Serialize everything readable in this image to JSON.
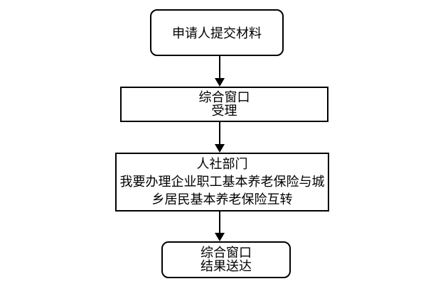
{
  "diagram": {
    "type": "flowchart",
    "direction": "top-down",
    "colors": {
      "background": "#ffffff",
      "border": "#000000",
      "text": "#000000",
      "arrow": "#000000"
    },
    "nodes": [
      {
        "id": "applicant-submit",
        "shape": "rounded-rectangle",
        "lines": [
          "申请人提交材料"
        ]
      },
      {
        "id": "comprehensive-window-accept",
        "shape": "rectangle",
        "lines": [
          "综合窗口",
          "受理"
        ]
      },
      {
        "id": "hr-social-security-department",
        "shape": "rectangle",
        "lines": [
          "人社部门",
          "我要办理企业职工基本养老保险与城",
          "乡居民基本养老保险互转"
        ]
      },
      {
        "id": "comprehensive-window-deliver",
        "shape": "rounded-rectangle",
        "lines": [
          "综合窗口",
          "结果送达"
        ]
      }
    ],
    "edges": [
      {
        "from": "applicant-submit",
        "to": "comprehensive-window-accept",
        "style": "arrow-down"
      },
      {
        "from": "comprehensive-window-accept",
        "to": "hr-social-security-department",
        "style": "arrow-down"
      },
      {
        "from": "hr-social-security-department",
        "to": "comprehensive-window-deliver",
        "style": "arrow-down"
      }
    ]
  }
}
